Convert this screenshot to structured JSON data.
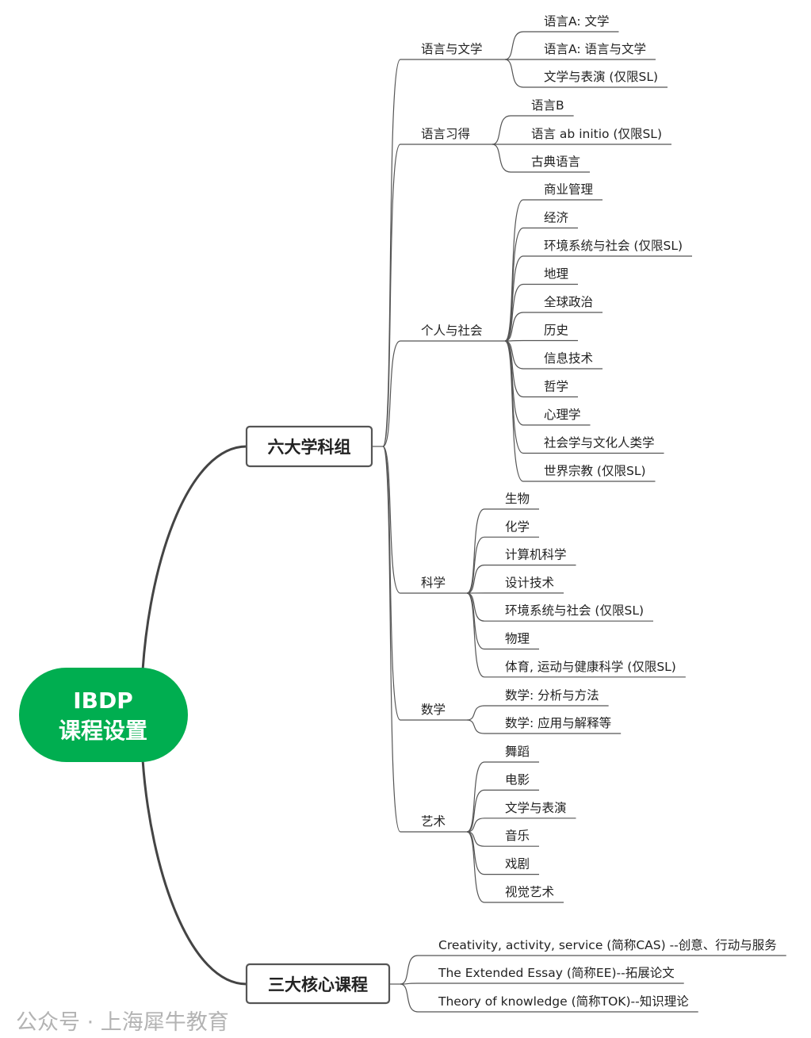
{
  "root": {
    "line1": "IBDP",
    "line2": "课程设置",
    "color": "#00AE50"
  },
  "groups": [
    {
      "label": "六大学科组",
      "categories": [
        {
          "label": "语言与文学",
          "items": [
            "语言A: 文学",
            "语言A: 语言与文学",
            "文学与表演 (仅限SL)"
          ]
        },
        {
          "label": "语言习得",
          "items": [
            "语言B",
            "语言 ab initio (仅限SL)",
            "古典语言"
          ]
        },
        {
          "label": "个人与社会",
          "items": [
            "商业管理",
            "经济",
            "环境系统与社会 (仅限SL)",
            "地理",
            "全球政治",
            "历史",
            "信息技术",
            "哲学",
            "心理学",
            "社会学与文化人类学",
            "世界宗教 (仅限SL)"
          ]
        },
        {
          "label": "科学",
          "items": [
            "生物",
            "化学",
            "计算机科学",
            "设计技术",
            "环境系统与社会 (仅限SL)",
            "物理",
            "体育, 运动与健康科学 (仅限SL)"
          ]
        },
        {
          "label": "数学",
          "items": [
            "数学: 分析与方法",
            "数学: 应用与解释等"
          ]
        },
        {
          "label": "艺术",
          "items": [
            "舞蹈",
            "电影",
            "文学与表演",
            "音乐",
            "戏剧",
            "视觉艺术"
          ]
        }
      ]
    },
    {
      "label": "三大核心课程",
      "items": [
        "Creativity, activity, service (简称CAS) --创意、行动与服务",
        "The Extended Essay (简称EE)--拓展论文",
        "Theory of knowledge (简称TOK)--知识理论"
      ]
    }
  ],
  "watermark": "公众号 · 上海犀牛教育"
}
